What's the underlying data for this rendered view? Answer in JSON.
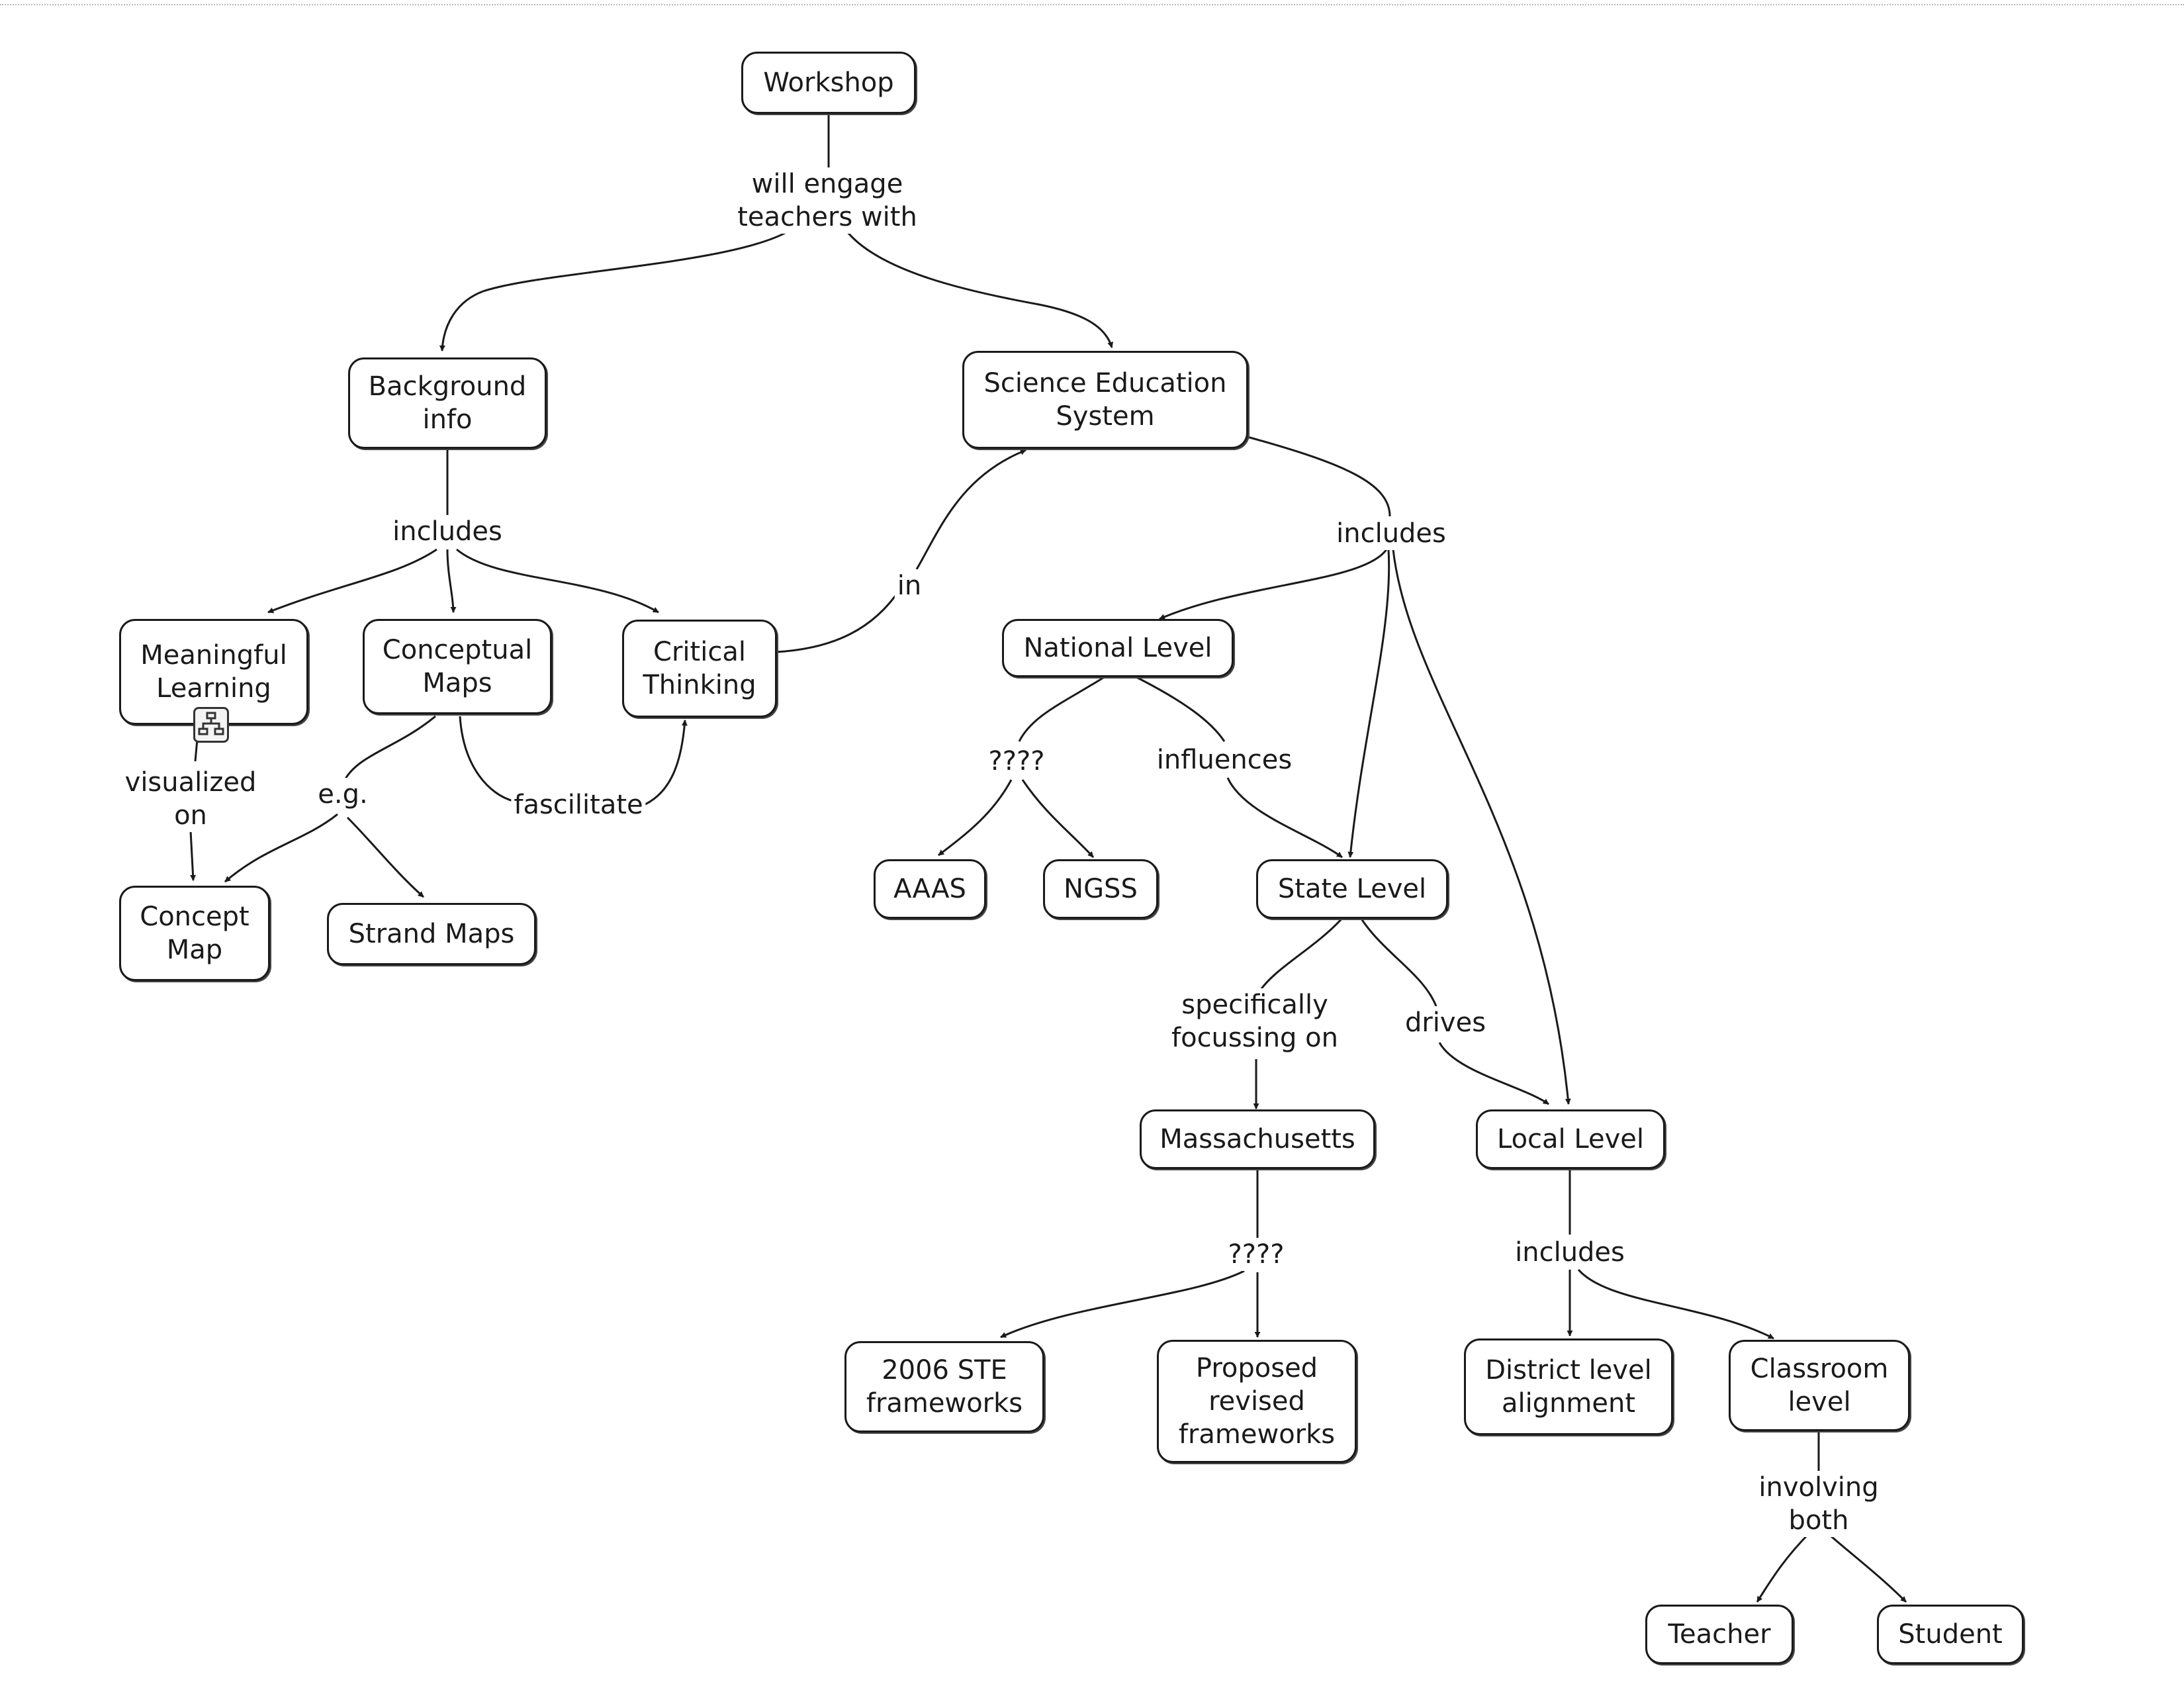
{
  "colors": {
    "ink": "#1a1a1a",
    "background": "#ffffff"
  },
  "nodes": {
    "workshop": "Workshop",
    "background_info": "Background\ninfo",
    "science_education_system": "Science Education\nSystem",
    "meaningful_learning": "Meaningful\nLearning",
    "conceptual_maps": "Conceptual\nMaps",
    "critical_thinking": "Critical\nThinking",
    "concept_map": "Concept\nMap",
    "strand_maps": "Strand Maps",
    "national_level": "National Level",
    "aaas": "AAAS",
    "ngss": "NGSS",
    "state_level": "State Level",
    "massachusetts": "Massachusetts",
    "local_level": "Local Level",
    "ste_frameworks_2006": "2006 STE\nframeworks",
    "proposed_revised_frameworks": "Proposed\nrevised\nframeworks",
    "district_level_alignment": "District level\nalignment",
    "classroom_level": "Classroom\nlevel",
    "teacher": "Teacher",
    "student": "Student"
  },
  "links": {
    "will_engage_teachers_with": "will engage\nteachers with",
    "includes_background": "includes",
    "includes_science": "includes",
    "in": "in",
    "visualized_on": "visualized\non",
    "eg": "e.g.",
    "fascilitate": "fascilitate",
    "unknown_national": "????",
    "influences": "influences",
    "specifically_focussing_on": "specifically\nfocussing on",
    "drives": "drives",
    "unknown_massachusetts": "????",
    "includes_local": "includes",
    "involving_both": "involving\nboth"
  },
  "icons": {
    "meaningful_learning_attachment": "concept-map-icon"
  }
}
